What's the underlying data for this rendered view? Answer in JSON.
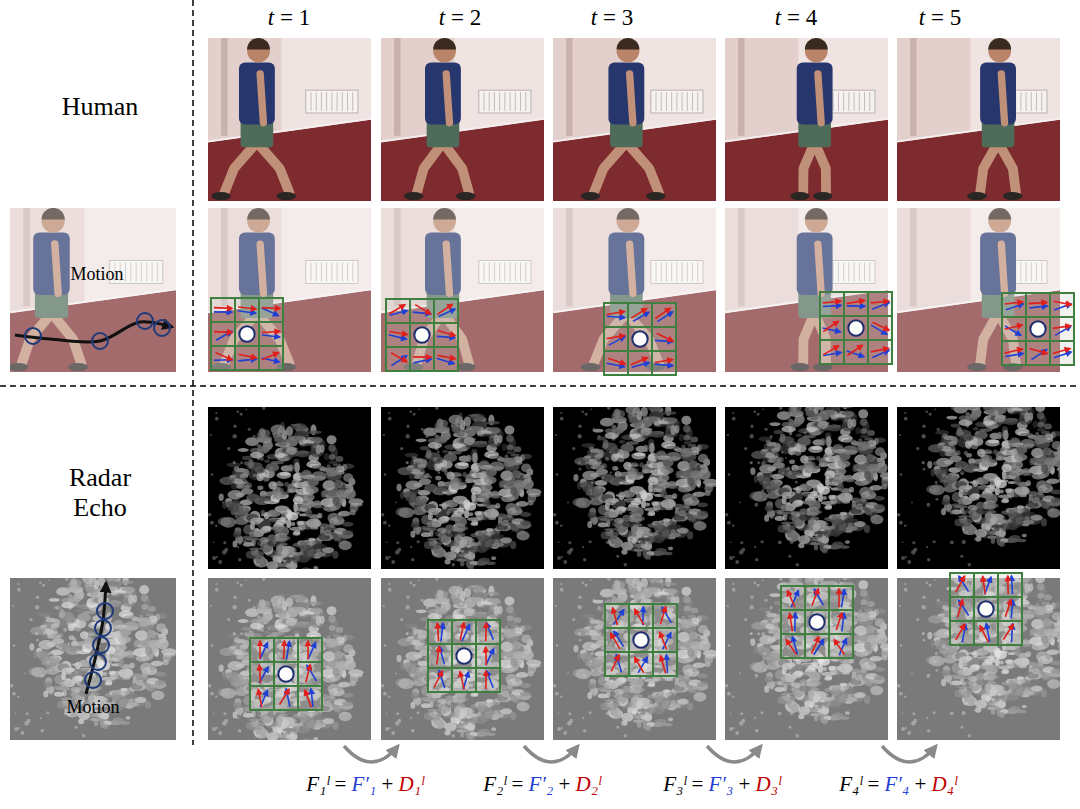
{
  "diagram": {
    "labels": [
      "t = 1",
      "t = 2",
      "t = 3",
      "t = 4",
      "t = 5",
      "Human",
      "Motion",
      "Radar Echo",
      "Motion",
      "F₁ˡ = F′₁ + D₁ˡ",
      "F₂ˡ = F′₂ + D₂ˡ",
      "F₃ˡ = F′₃ + D₃ˡ",
      "F₄ˡ = F′₄ + D₄ˡ"
    ]
  }
}
